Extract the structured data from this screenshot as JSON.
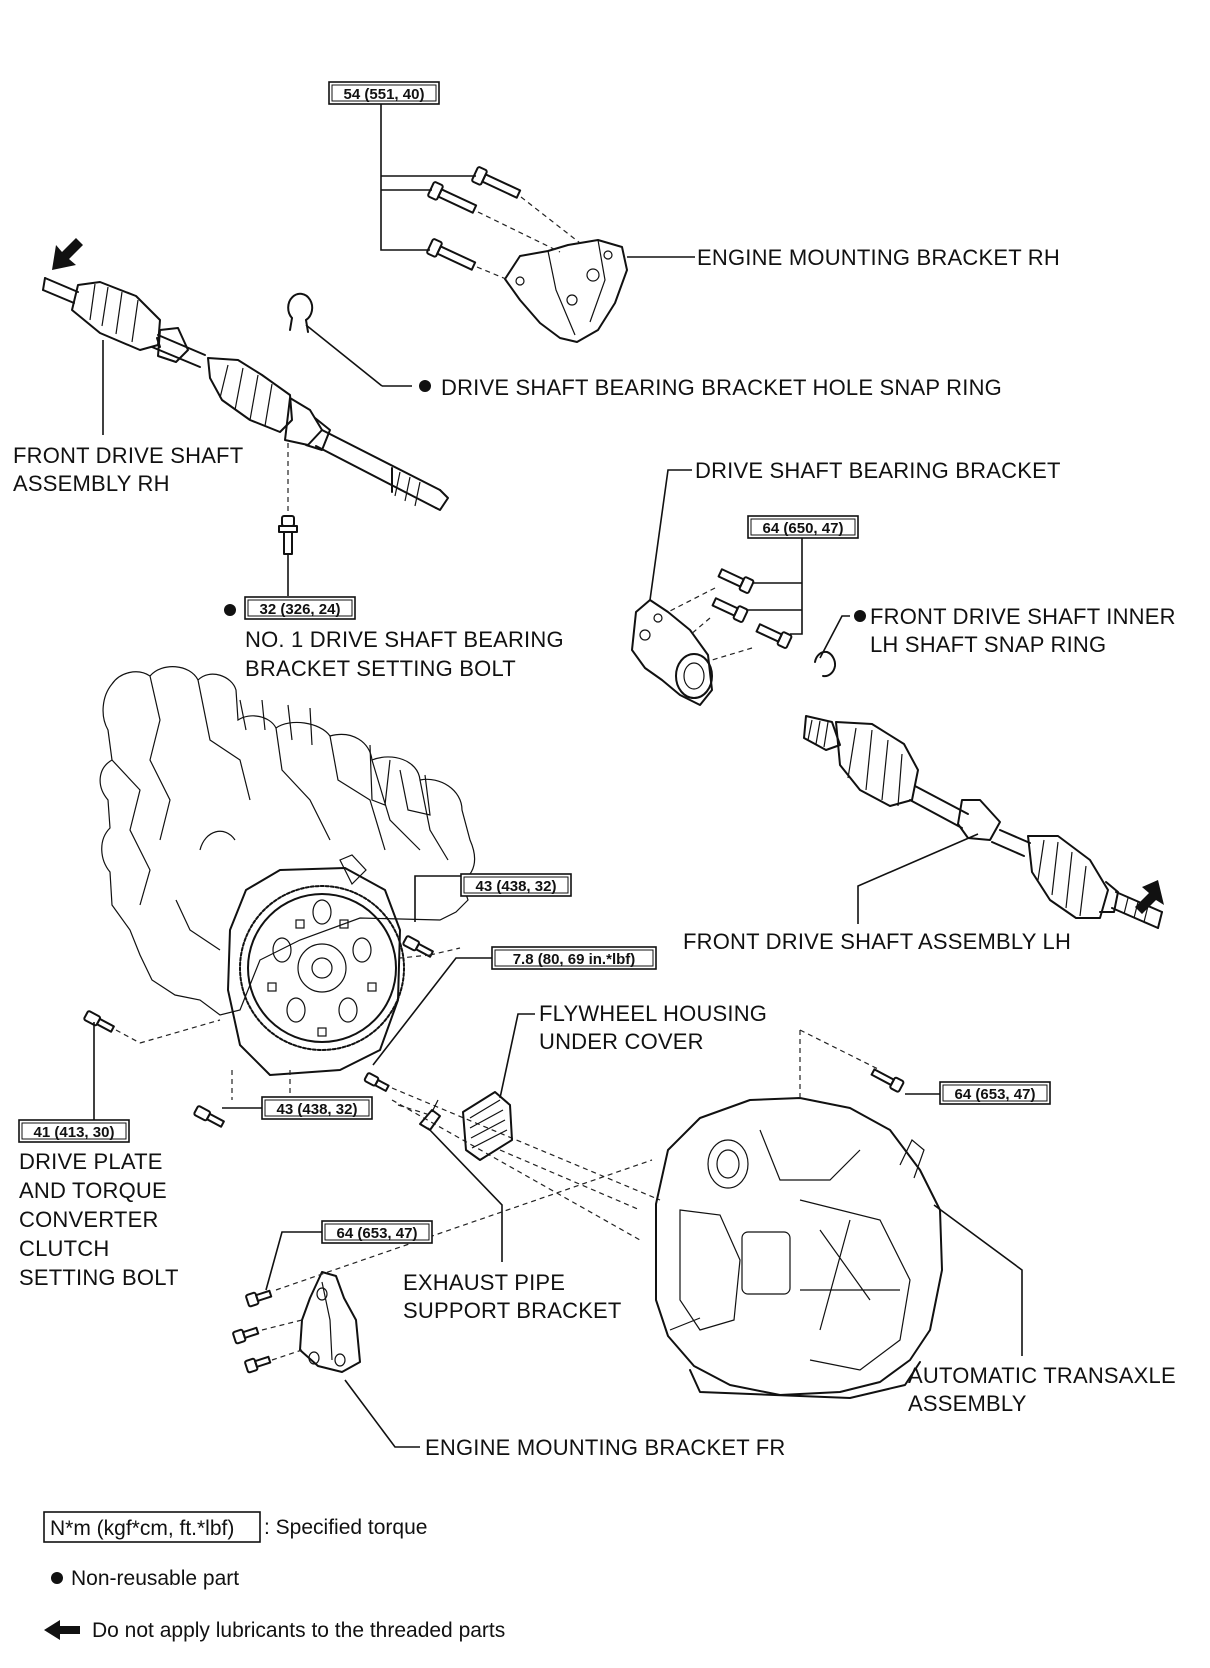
{
  "labels": {
    "engine_mounting_bracket_rh": "ENGINE MOUNTING BRACKET RH",
    "snap_ring_hole": "DRIVE SHAFT BEARING BRACKET HOLE SNAP RING",
    "front_drive_shaft_rh_line1": "FRONT DRIVE SHAFT",
    "front_drive_shaft_rh_line2": "ASSEMBLY RH",
    "drive_shaft_bearing_bracket": "DRIVE SHAFT BEARING BRACKET",
    "inner_snap_ring_line1": "FRONT DRIVE SHAFT INNER",
    "inner_snap_ring_line2": "LH SHAFT SNAP RING",
    "setting_bolt_line1": "NO. 1 DRIVE SHAFT BEARING",
    "setting_bolt_line2": "BRACKET SETTING BOLT",
    "front_drive_shaft_lh": "FRONT DRIVE SHAFT ASSEMBLY LH",
    "flywheel_cover_line1": "FLYWHEEL HOUSING",
    "flywheel_cover_line2": "UNDER COVER",
    "drive_plate_line1": "DRIVE PLATE",
    "drive_plate_line2": "AND TORQUE",
    "drive_plate_line3": "CONVERTER",
    "drive_plate_line4": "CLUTCH",
    "drive_plate_line5": "SETTING BOLT",
    "exhaust_line1": "EXHAUST PIPE",
    "exhaust_line2": "SUPPORT BRACKET",
    "transaxle_line1": "AUTOMATIC TRANSAXLE",
    "transaxle_line2": "ASSEMBLY",
    "engine_mounting_bracket_fr": "ENGINE MOUNTING BRACKET FR"
  },
  "torques": {
    "t_54": "54 (551, 40)",
    "t_32": "32 (326, 24)",
    "t_64_650": "64 (650, 47)",
    "t_43_a": "43 (438, 32)",
    "t_78": "7.8 (80, 69 in.*lbf)",
    "t_43_b": "43 (438, 32)",
    "t_64_653_a": "64 (653, 47)",
    "t_41": "41 (413, 30)",
    "t_64_653_b": "64 (653, 47)"
  },
  "legend": {
    "torque_box": "N*m (kgf*cm, ft.*lbf)",
    "torque_text": ": Specified torque",
    "nonreusable_text": "Non-reusable part",
    "lubricant_text": "Do not apply lubricants to the threaded parts"
  },
  "icons": {
    "nonreusable": "filled-circle-icon",
    "lubricant": "left-arrow-icon"
  }
}
